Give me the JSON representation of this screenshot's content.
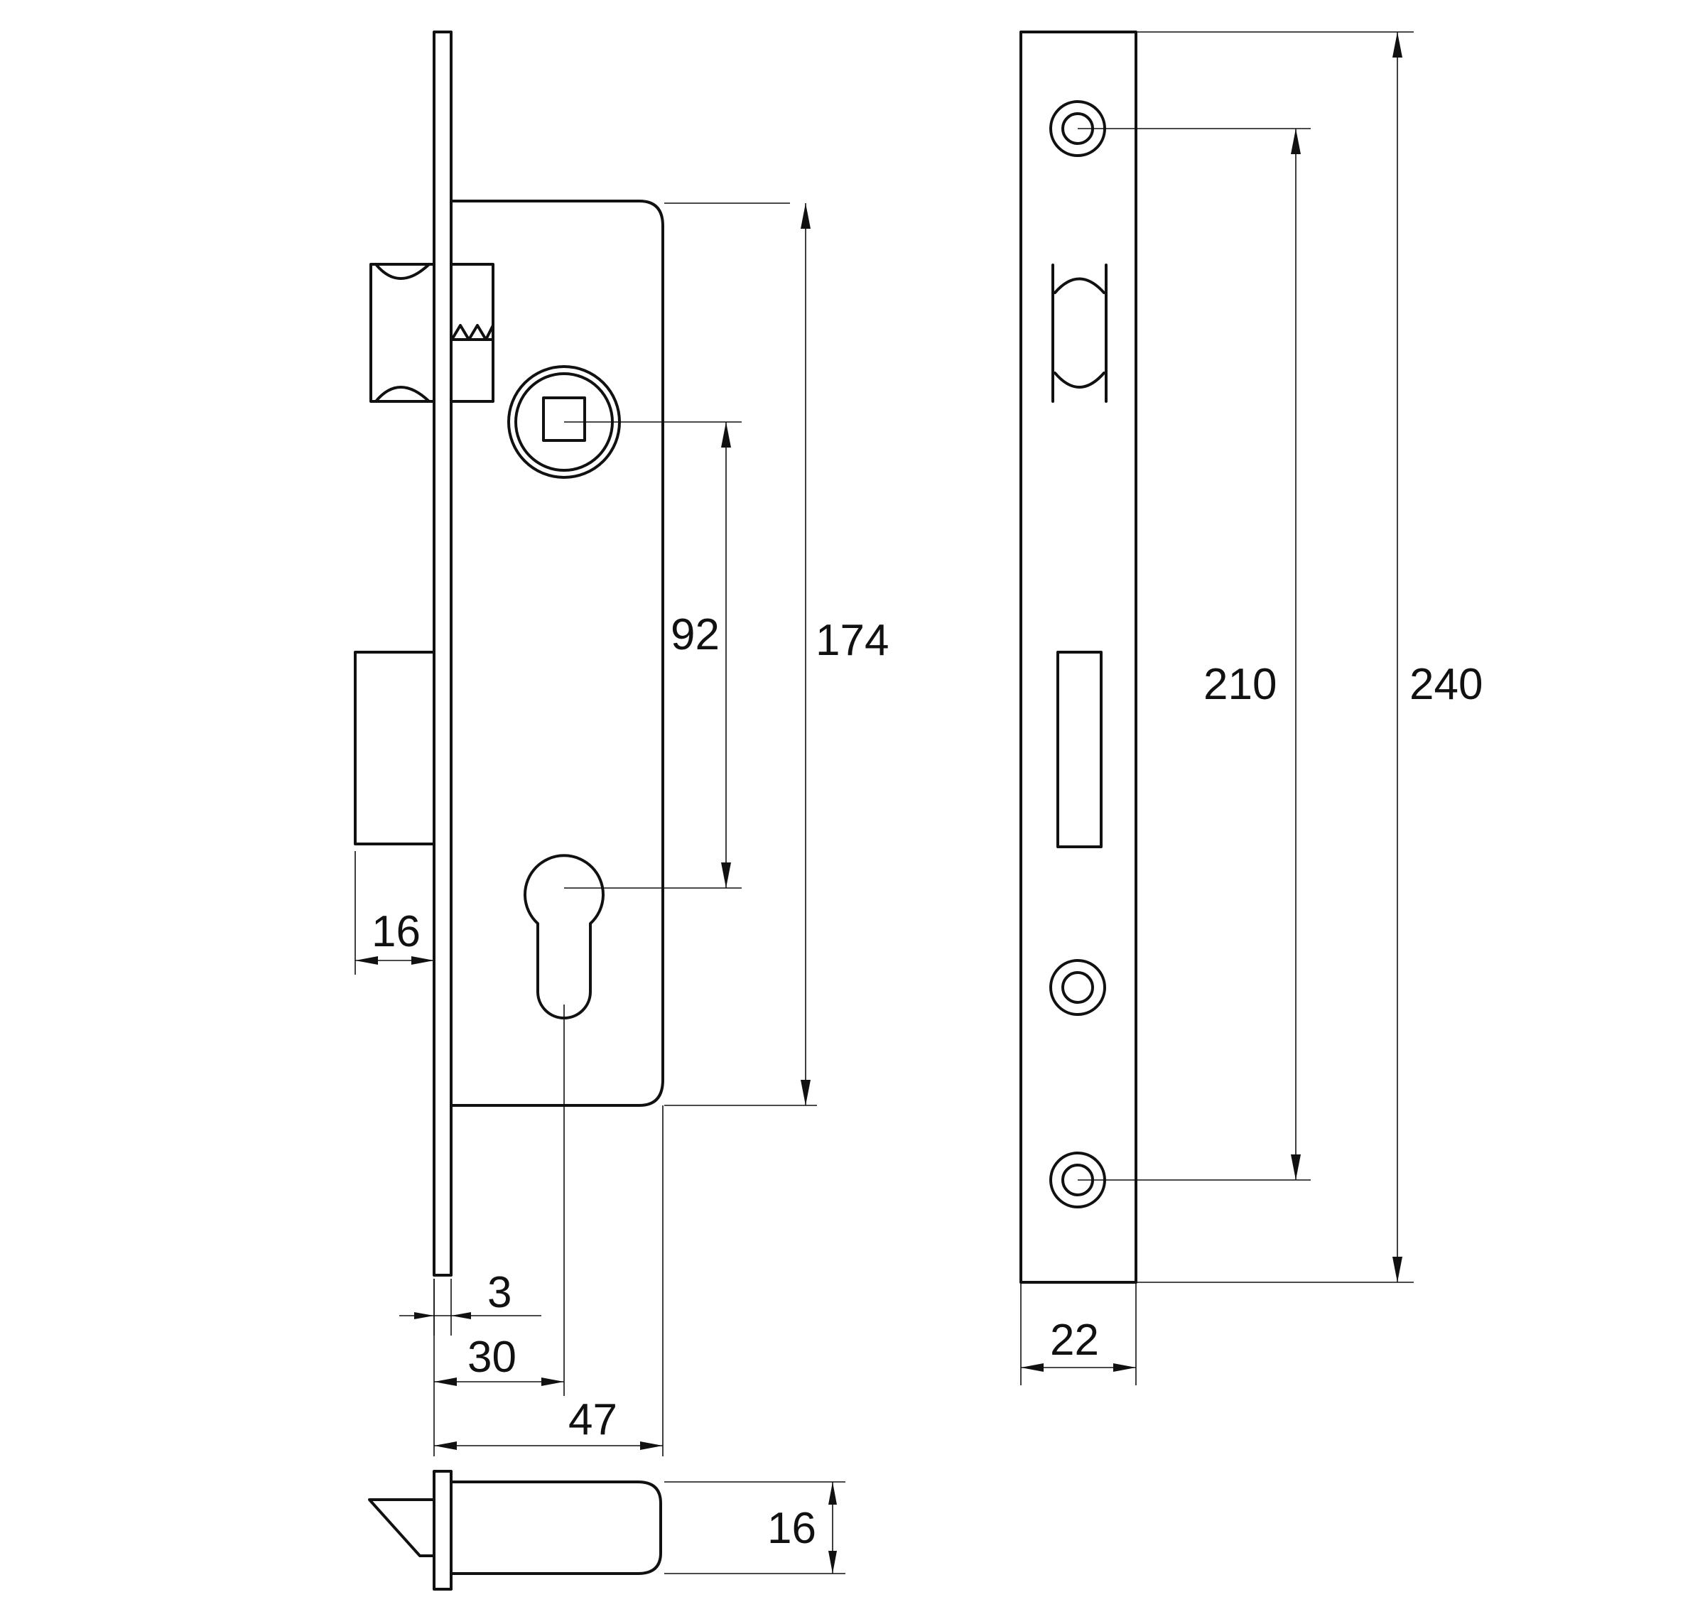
{
  "dimensions": {
    "lock_body_height": "174",
    "spindle_to_cylinder": "92",
    "deadbolt_throw": "16",
    "faceplate_thickness": "3",
    "backset": "30",
    "body_depth": "47",
    "strike_hole_spacing": "210",
    "faceplate_length": "240",
    "faceplate_width": "22",
    "bolt_width": "16"
  },
  "colors": {
    "line": "#111111",
    "background": "#ffffff"
  }
}
